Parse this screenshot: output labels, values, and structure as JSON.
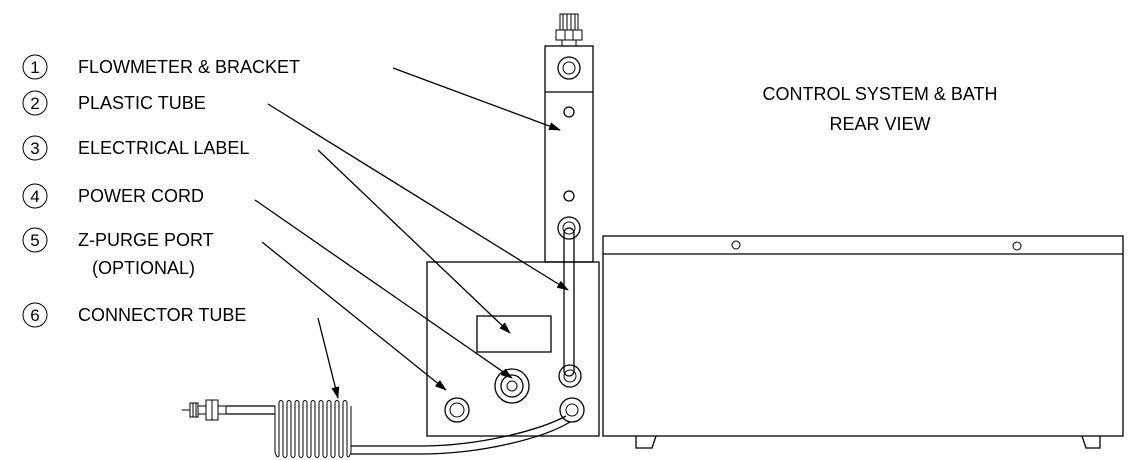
{
  "title": {
    "line1": "CONTROL SYSTEM & BATH",
    "line2": "REAR VIEW"
  },
  "callouts": [
    {
      "number": "1",
      "label": "FLOWMETER & BRACKET"
    },
    {
      "number": "2",
      "label": "PLASTIC TUBE"
    },
    {
      "number": "3",
      "label": "ELECTRICAL LABEL"
    },
    {
      "number": "4",
      "label": "POWER CORD"
    },
    {
      "number": "5",
      "label": "Z-PURGE PORT",
      "sublabel": "(OPTIONAL)"
    },
    {
      "number": "6",
      "label": "CONNECTOR TUBE"
    }
  ],
  "colors": {
    "line": "#000000",
    "background": "#ffffff"
  }
}
